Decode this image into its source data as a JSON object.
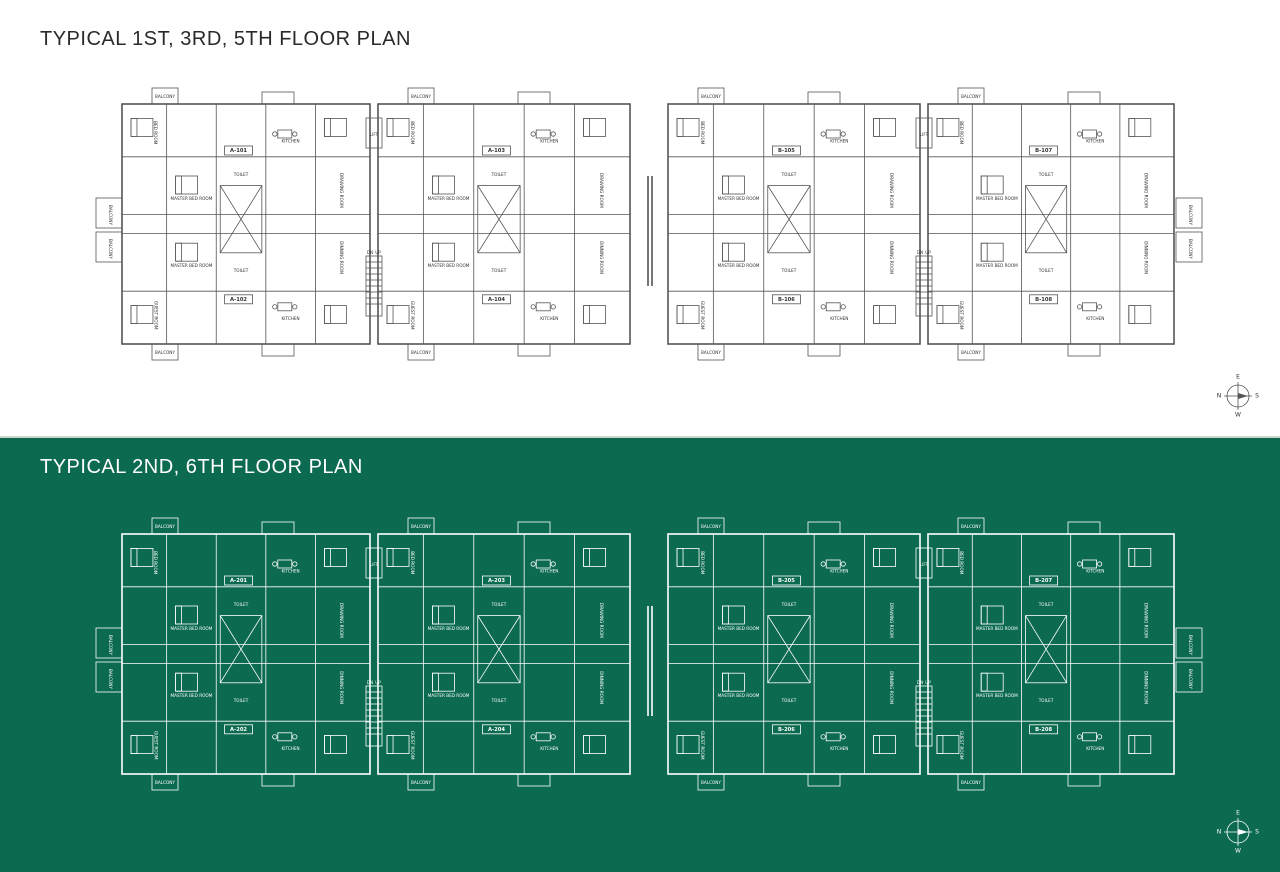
{
  "plans": [
    {
      "title": "TYPICAL 1ST, 3RD, 5TH FLOOR PLAN",
      "theme": {
        "background": "#ffffff",
        "line": "#555555",
        "text": "#333333"
      },
      "units": [
        "A-101",
        "A-103",
        "B-105",
        "B-107",
        "A-102",
        "A-104",
        "B-106",
        "B-108"
      ]
    },
    {
      "title": "TYPICAL 2ND, 6TH FLOOR PLAN",
      "theme": {
        "background": "#0b6a4f",
        "line": "#ffffff",
        "text": "#ffffff"
      },
      "units": [
        "A-201",
        "A-203",
        "B-205",
        "B-207",
        "A-202",
        "A-204",
        "B-206",
        "B-208"
      ]
    }
  ],
  "labels": {
    "lift": "LIFT",
    "balcony": "BALCONY",
    "master_bed_room": "MASTER BED ROOM",
    "bed_room": "BED ROOM",
    "guest_room": "GUEST ROOM",
    "kitchen": "KITCHEN",
    "toilet": "TOILET",
    "dinning_room": "DINNING ROOM",
    "drawing_room": "DRAWING ROOM",
    "up": "UP",
    "dn": "DN"
  },
  "compass": {
    "n": "N",
    "s": "S",
    "e": "E",
    "w": "W"
  },
  "colors": {
    "green_band": "#0b6a4f",
    "white_band": "#ffffff"
  }
}
